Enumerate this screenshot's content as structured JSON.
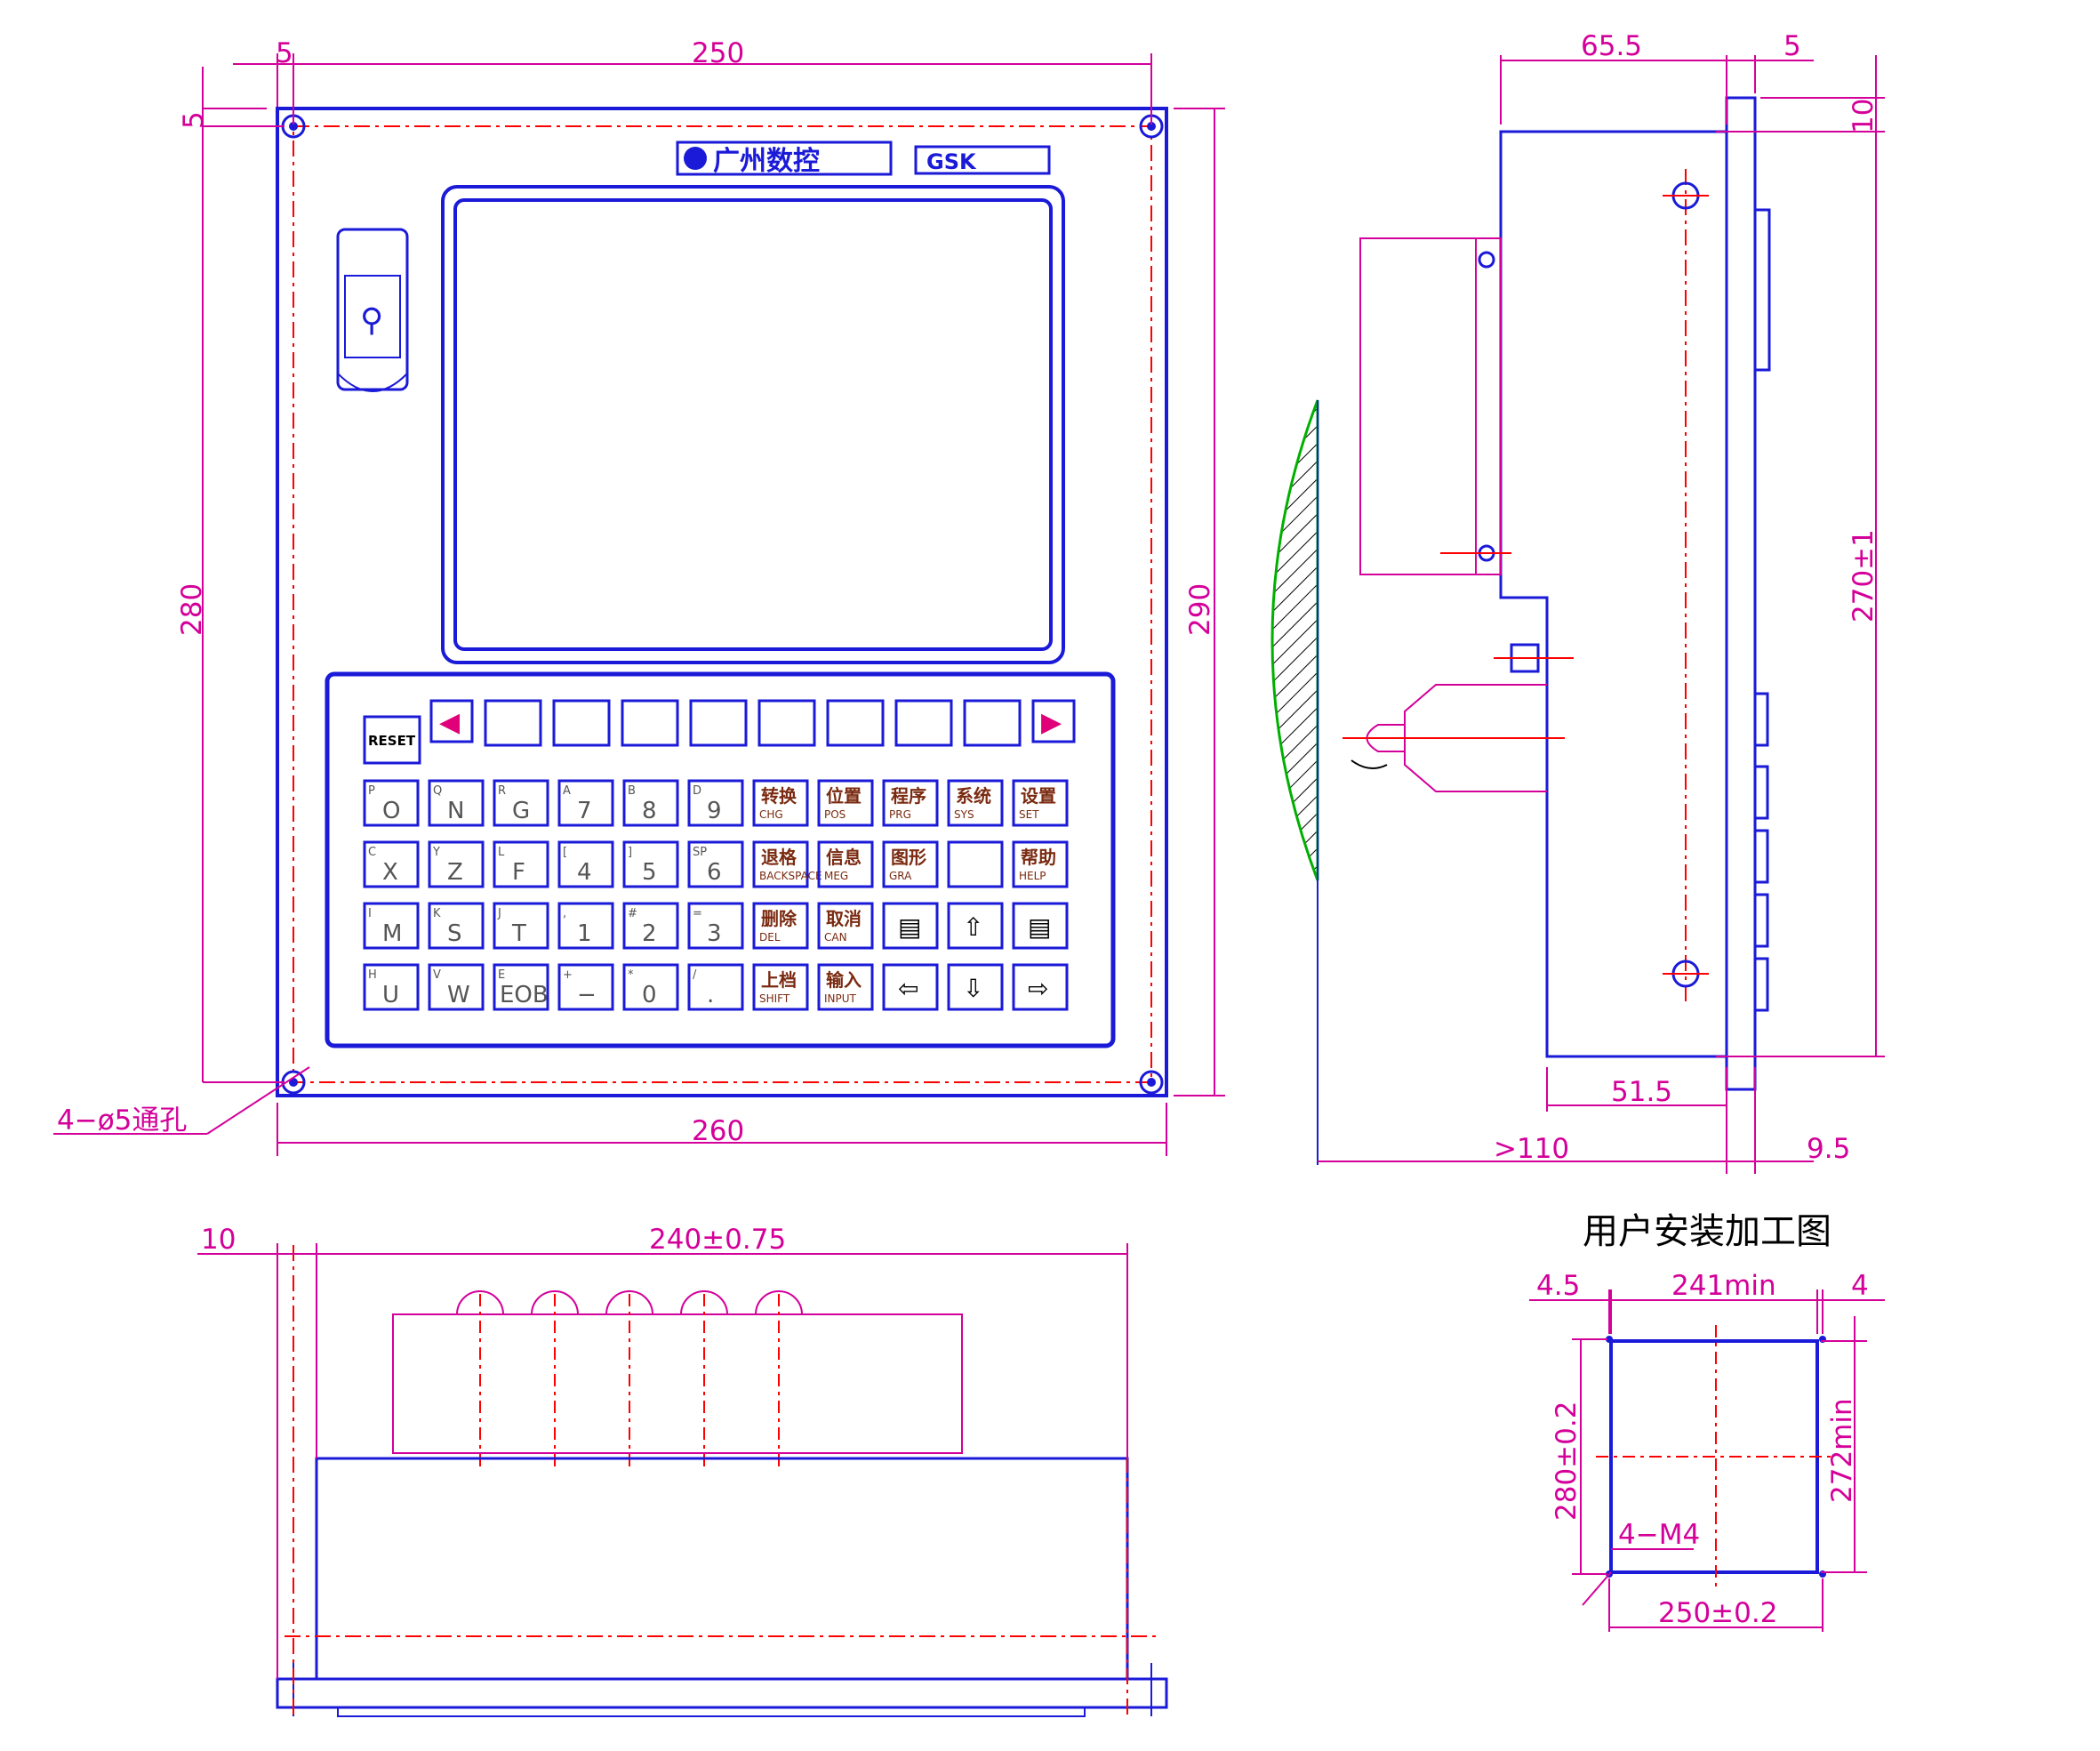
{
  "drawing_title": "用户安装加工图",
  "brand": {
    "logo_text": "广州数控",
    "model_text": "GSK"
  },
  "front_view": {
    "dims": {
      "top_margin": "5",
      "top_width": "250",
      "left_margin": "5",
      "left_height": "280",
      "right_height": "290",
      "bottom_width": "260",
      "holes": "4−ø5通孔"
    },
    "soft_key_arrows": {
      "left": "◀",
      "right": "▶"
    },
    "reset_key": {
      "main": "RESET"
    },
    "keys_rows": [
      [
        {
          "sub": "P",
          "main": "O"
        },
        {
          "sub": "Q",
          "main": "N"
        },
        {
          "sub": "R",
          "main": "G"
        },
        {
          "sub": "A",
          "main": "7"
        },
        {
          "sub": "B",
          "main": "8"
        },
        {
          "sub": "D",
          "main": "9"
        },
        {
          "cn": "转换",
          "en": "CHG"
        },
        {
          "cn": "位置",
          "en": "POS"
        },
        {
          "cn": "程序",
          "en": "PRG"
        },
        {
          "cn": "系统",
          "en": "SYS"
        },
        {
          "cn": "设置",
          "en": "SET"
        }
      ],
      [
        {
          "sub": "C",
          "main": "X"
        },
        {
          "sub": "Y",
          "main": "Z"
        },
        {
          "sub": "L",
          "main": "F"
        },
        {
          "sub": "[",
          "main": "4"
        },
        {
          "sub": "]",
          "main": "5"
        },
        {
          "sub": "SP",
          "main": "6"
        },
        {
          "cn": "退格",
          "en": "BACKSPACE"
        },
        {
          "cn": "信息",
          "en": "MEG"
        },
        {
          "cn": "图形",
          "en": "GRA"
        },
        {
          "cn": "",
          "en": ""
        },
        {
          "cn": "帮助",
          "en": "HELP"
        }
      ],
      [
        {
          "sub": "I",
          "main": "M"
        },
        {
          "sub": "K",
          "main": "S"
        },
        {
          "sub": "J",
          "main": "T"
        },
        {
          "sub": ",",
          "main": "1"
        },
        {
          "sub": "#",
          "main": "2"
        },
        {
          "sub": "=",
          "main": "3"
        },
        {
          "cn": "删除",
          "en": "DEL"
        },
        {
          "cn": "取消",
          "en": "CAN"
        },
        {
          "icon": "page-up-icon",
          "glyph": "▤"
        },
        {
          "icon": "arrow-up-icon",
          "glyph": "⇧"
        },
        {
          "icon": "page-down-icon",
          "glyph": "▤"
        }
      ],
      [
        {
          "sub": "H",
          "main": "U"
        },
        {
          "sub": "V",
          "main": "W"
        },
        {
          "sub": "E",
          "main": "EOB"
        },
        {
          "sub": "+",
          "main": "−"
        },
        {
          "sub": "*",
          "main": "0"
        },
        {
          "sub": "/",
          "main": "."
        },
        {
          "cn": "上档",
          "en": "SHIFT"
        },
        {
          "cn": "输入",
          "en": "INPUT"
        },
        {
          "icon": "arrow-left-icon",
          "glyph": "⇦"
        },
        {
          "icon": "arrow-down-icon",
          "glyph": "⇩"
        },
        {
          "icon": "arrow-right-icon",
          "glyph": "⇨"
        }
      ]
    ]
  },
  "side_view": {
    "dims": {
      "depth_top": "65.5",
      "front_thickness": "5",
      "top_offset": "10",
      "hole_spacing": "270±1",
      "bottom_depth": "51.5",
      "clearance": ">110",
      "bottom_right": "9.5"
    }
  },
  "bottom_view": {
    "dims": {
      "left_offset": "10",
      "width": "240±0.75"
    }
  },
  "cutout_view": {
    "dims": {
      "left_margin": "4.5",
      "top_width": "241min",
      "right_margin": "4",
      "left_height": "280±0.2",
      "right_height": "272min",
      "tapped_holes": "4−M4",
      "bottom_width": "250±0.2"
    }
  },
  "colors": {
    "outline": "#1a1ad8",
    "dimension": "#d4009a",
    "centerline": "#ff0000",
    "hatch_edge": "#00b000",
    "key_text": "#7a2a10"
  }
}
